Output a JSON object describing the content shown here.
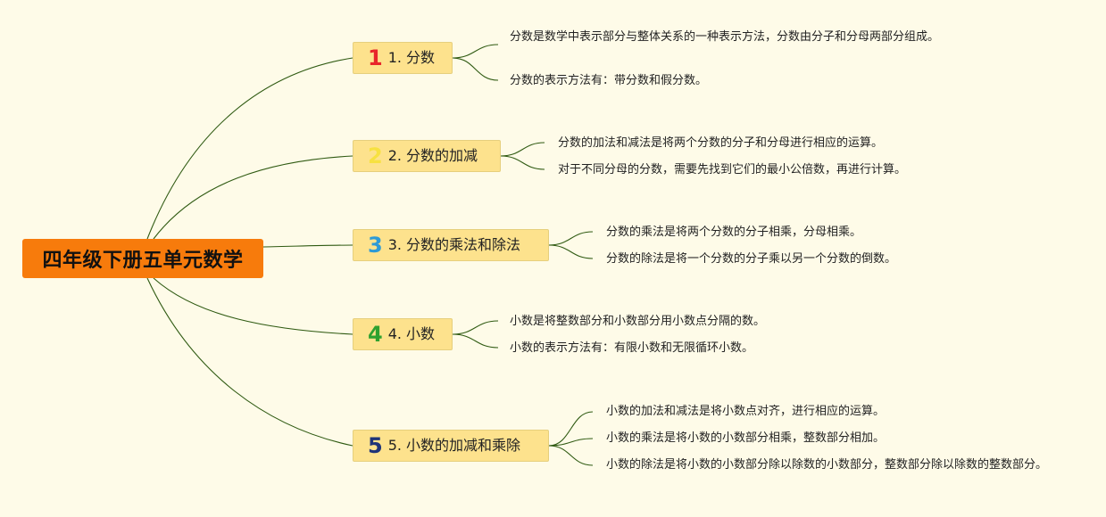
{
  "root": {
    "title": "四年级下册五单元数学"
  },
  "branches": [
    {
      "num": "1",
      "num_color": "#e8262b",
      "label": "1. 分数",
      "leaves": [
        "分数是数学中表示部分与整体关系的一种表示方法，分数由分子和分母两部分组成。",
        "分数的表示方法有：带分数和假分数。"
      ]
    },
    {
      "num": "2",
      "num_color": "#f7e141",
      "label": "2. 分数的加减",
      "leaves": [
        "分数的加法和减法是将两个分数的分子和分母进行相应的运算。",
        "对于不同分母的分数，需要先找到它们的最小公倍数，再进行计算。"
      ]
    },
    {
      "num": "3",
      "num_color": "#2d9ad6",
      "label": "3. 分数的乘法和除法",
      "leaves": [
        "分数的乘法是将两个分数的分子相乘，分母相乘。",
        "分数的除法是将一个分数的分子乘以另一个分数的倒数。"
      ]
    },
    {
      "num": "4",
      "num_color": "#2fa12f",
      "label": "4. 小数",
      "leaves": [
        "小数是将整数部分和小数部分用小数点分隔的数。",
        "小数的表示方法有：有限小数和无限循环小数。"
      ]
    },
    {
      "num": "5",
      "num_color": "#1f3479",
      "label": "5. 小数的加减和乘除",
      "leaves": [
        "小数的加法和减法是将小数点对齐，进行相应的运算。",
        "小数的乘法是将小数的小数部分相乘，整数部分相加。",
        "小数的除法是将小数的小数部分除以除数的小数部分，整数部分除以除数的整数部分。"
      ]
    }
  ],
  "colors": {
    "background": "#fefbe8",
    "root_fill": "#f77b0c",
    "branch_fill": "#fde28d",
    "link_stroke": "#2f5a12"
  }
}
